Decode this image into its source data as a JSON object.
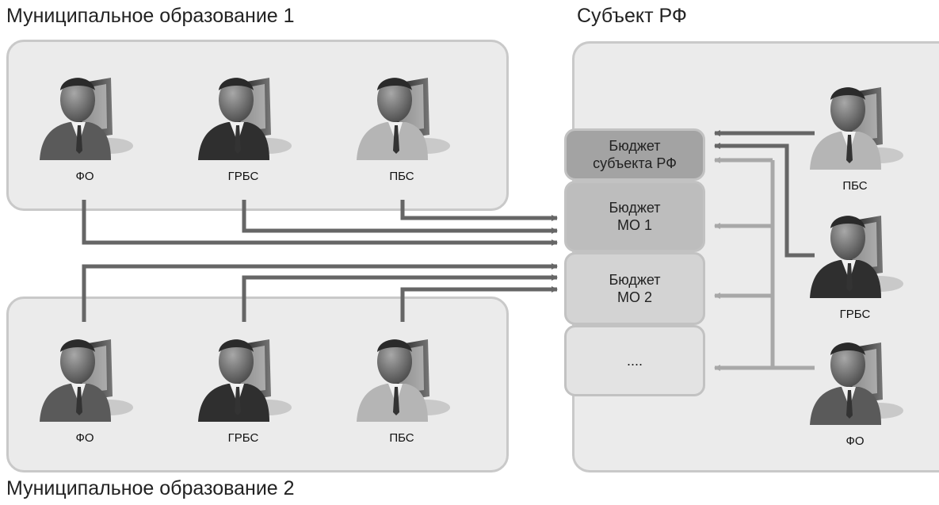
{
  "titles": {
    "mo1": "Муниципальное образование 1",
    "mo2": "Муниципальное образование 2",
    "subject": "Субъект РФ"
  },
  "mo1": {
    "users": [
      {
        "label": "ФО",
        "suit": "#5a5a5a"
      },
      {
        "label": "ГРБС",
        "suit": "#2f2f2f"
      },
      {
        "label": "ПБС",
        "suit": "#b5b5b5"
      }
    ]
  },
  "mo2": {
    "users": [
      {
        "label": "ФО",
        "suit": "#5a5a5a"
      },
      {
        "label": "ГРБС",
        "suit": "#2f2f2f"
      },
      {
        "label": "ПБС",
        "suit": "#b5b5b5"
      }
    ]
  },
  "subject": {
    "users": [
      {
        "label": "ПБС",
        "suit": "#b5b5b5"
      },
      {
        "label": "ГРБС",
        "suit": "#2f2f2f"
      },
      {
        "label": "ФО",
        "suit": "#5a5a5a"
      }
    ]
  },
  "budgets": [
    {
      "label": "Бюджет\nсубъекта РФ",
      "fill": "#a3a3a3"
    },
    {
      "label": "Бюджет\nМО 1",
      "fill": "#bdbdbd"
    },
    {
      "label": "Бюджет\nМО 2",
      "fill": "#d3d3d3"
    },
    {
      "label": "....",
      "fill": "#e3e3e3"
    }
  ],
  "colors": {
    "dark_arrow": "#666666",
    "light_arrow": "#a8a8a8",
    "panel_bg": "#ebebeb",
    "panel_border": "#c9c9c9"
  }
}
